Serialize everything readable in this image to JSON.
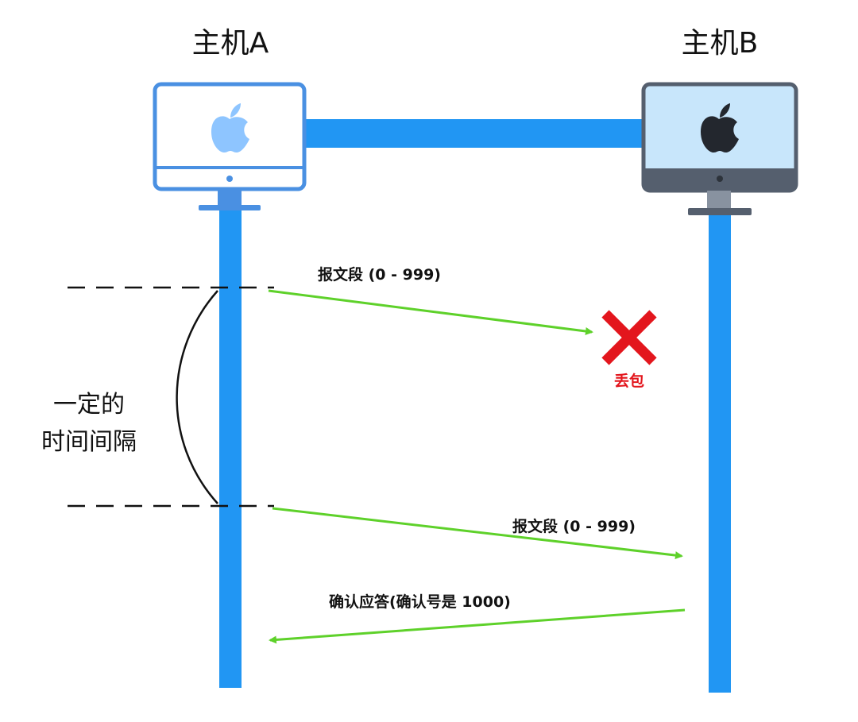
{
  "host_a": {
    "title": "主机A"
  },
  "host_b": {
    "title": "主机B"
  },
  "interval": {
    "line1": "一定的",
    "line2": "时间间隔"
  },
  "messages": [
    {
      "label": "报文段 (0 - 999)",
      "direction": "A→B",
      "lost": true
    },
    {
      "label": "报文段 (0 - 999)",
      "direction": "A→B",
      "lost": false
    },
    {
      "label": "确认应答(确认号是 1000)",
      "direction": "B→A",
      "lost": false
    }
  ],
  "loss": {
    "label": "丢包"
  },
  "colors": {
    "lifeline": "#2196f3",
    "arrow": "#5ed12a",
    "loss": "#e3161d",
    "host_a_icon": "#8ec5ff",
    "host_b_icon": "#23272e",
    "host_b_frame": "#555f6e"
  }
}
